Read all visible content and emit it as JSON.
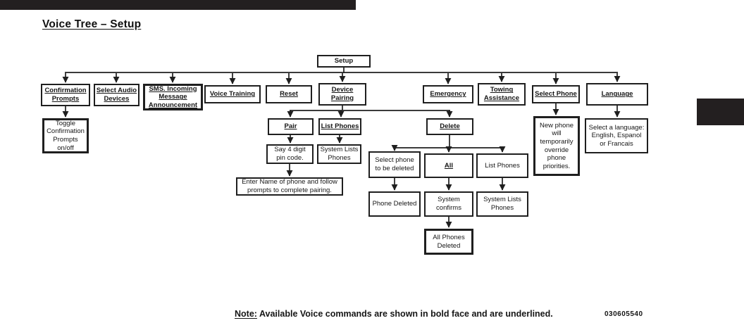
{
  "page": {
    "title": "Voice Tree – Setup",
    "note": {
      "label": "Note:",
      "text": "Available Voice commands are shown in bold face and are underlined.",
      "code": "030605540"
    }
  },
  "diagram": {
    "nodes": {
      "setup": "Setup",
      "confirmation_prompts": "Confirmation\nPrompts",
      "select_audio_devices": "Select Audio\nDevices",
      "sms_incoming": "SMS. Incoming\nMessage\nAnnouncement",
      "voice_training": "Voice Training",
      "reset": "Reset",
      "device_pairing": "Device\nPairing",
      "emergency": "Emergency",
      "towing_assistance": "Towing\nAssistance",
      "select_phone": "Select Phone",
      "language": "Language",
      "toggle_prompts": "Toggle\nConfirmation\nPrompts\non/off",
      "pair": "Pair",
      "list_phones_pairing": "List Phones",
      "delete": "Delete",
      "new_phone_override": "New phone\nwill\ntemporarily\noverride\nphone\npriorities.",
      "select_a_language": "Select a language:\nEnglish, Espanol\nor Francais",
      "say_pin": "Say 4 digit\npin code.",
      "system_lists_phones_pairing": "System Lists\nPhones",
      "select_phone_to_delete": "Select phone\nto be deleted",
      "all": "All",
      "list_phones_delete": "List Phones",
      "enter_name": "Enter Name of phone and follow\nprompts to complete pairing.",
      "phone_deleted": "Phone Deleted",
      "system_confirms": "System\nconfirms",
      "system_lists_phones_delete": "System Lists\nPhones",
      "all_phones_deleted": "All Phones\nDeleted"
    },
    "hierarchy": {
      "setup": [
        "confirmation_prompts",
        "select_audio_devices",
        "sms_incoming",
        "voice_training",
        "reset",
        "device_pairing",
        "emergency",
        "towing_assistance",
        "select_phone",
        "language"
      ],
      "confirmation_prompts": [
        "toggle_prompts"
      ],
      "device_pairing": [
        "pair",
        "list_phones_pairing",
        "delete"
      ],
      "pair": [
        "say_pin"
      ],
      "say_pin": [
        "enter_name"
      ],
      "list_phones_pairing": [
        "system_lists_phones_pairing"
      ],
      "delete": [
        "select_phone_to_delete",
        "all",
        "list_phones_delete"
      ],
      "select_phone_to_delete": [
        "phone_deleted"
      ],
      "all": [
        "system_confirms"
      ],
      "system_confirms": [
        "all_phones_deleted"
      ],
      "list_phones_delete": [
        "system_lists_phones_delete"
      ],
      "select_phone": [
        "new_phone_override"
      ],
      "language": [
        "select_a_language"
      ]
    }
  }
}
